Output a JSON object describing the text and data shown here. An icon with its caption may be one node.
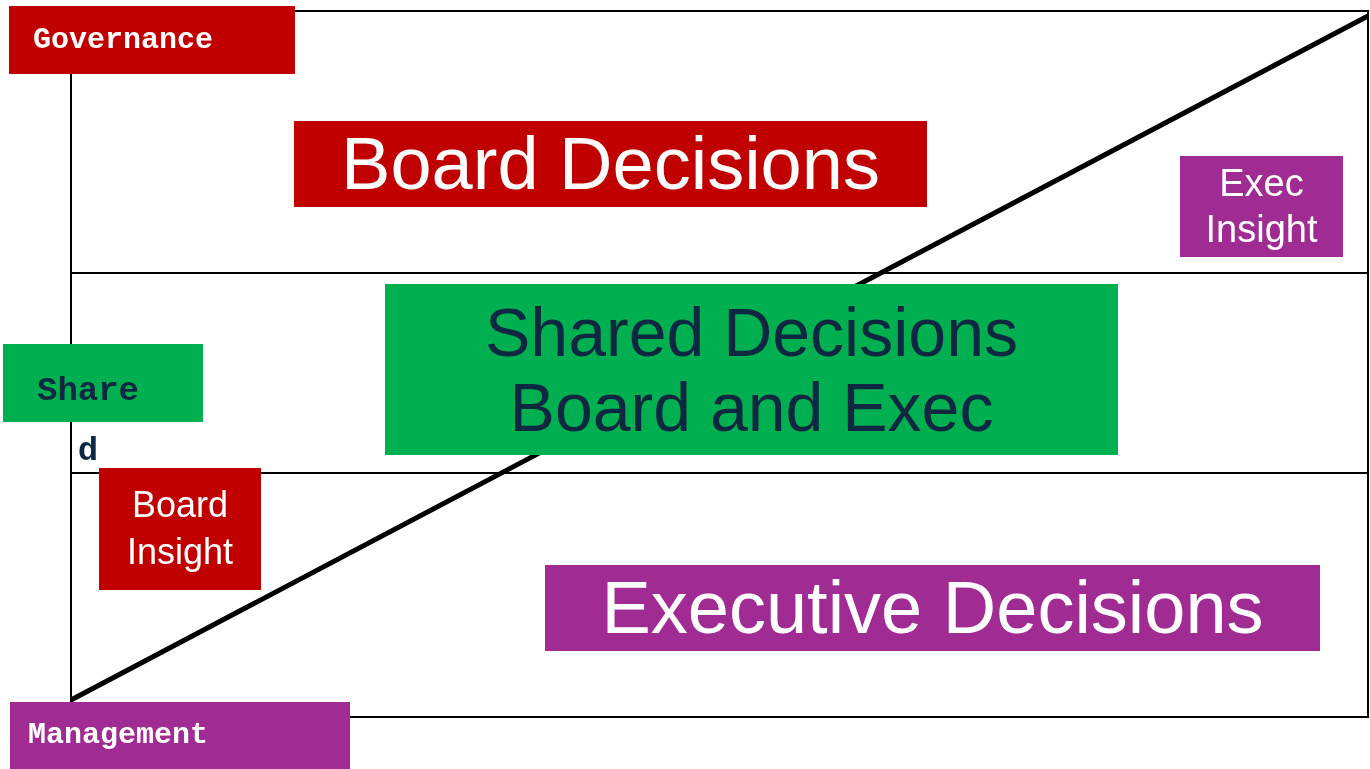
{
  "diagram": {
    "nodes": [
      {
        "text": [
          "Governance"
        ]
      },
      {
        "text": [
          "Board Decisions"
        ]
      },
      {
        "text": [
          "Exec Insight"
        ]
      },
      {
        "text": [
          "Shared Decisions Board and Exec"
        ]
      },
      {
        "text": [
          "Shared"
        ]
      },
      {
        "text": [
          "Board Insight"
        ]
      },
      {
        "text": [
          "Executive Decisions"
        ]
      },
      {
        "text": [
          "Management"
        ]
      }
    ]
  }
}
